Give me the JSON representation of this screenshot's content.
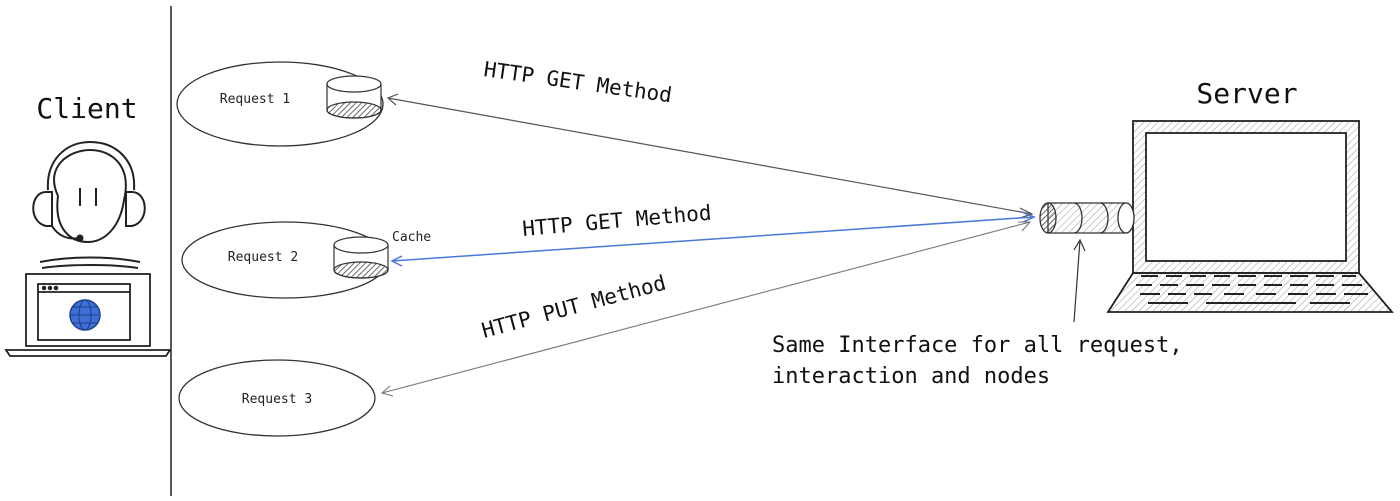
{
  "client": {
    "title": "Client"
  },
  "server": {
    "title": "Server"
  },
  "requests": [
    {
      "label": "Request 1"
    },
    {
      "label": "Request 2"
    },
    {
      "label": "Request 3"
    }
  ],
  "cache": {
    "label": "Cache"
  },
  "arrows": [
    {
      "label": "HTTP GET Method",
      "color": "#555555"
    },
    {
      "label": "HTTP GET Method",
      "color": "#4a78d4"
    },
    {
      "label": "HTTP PUT Method",
      "color": "#777777"
    }
  ],
  "interface_note": {
    "line1": "Same Interface for all request,",
    "line2": "interaction and nodes"
  },
  "colors": {
    "globe": "#3d6fd6",
    "ink": "#222222"
  }
}
